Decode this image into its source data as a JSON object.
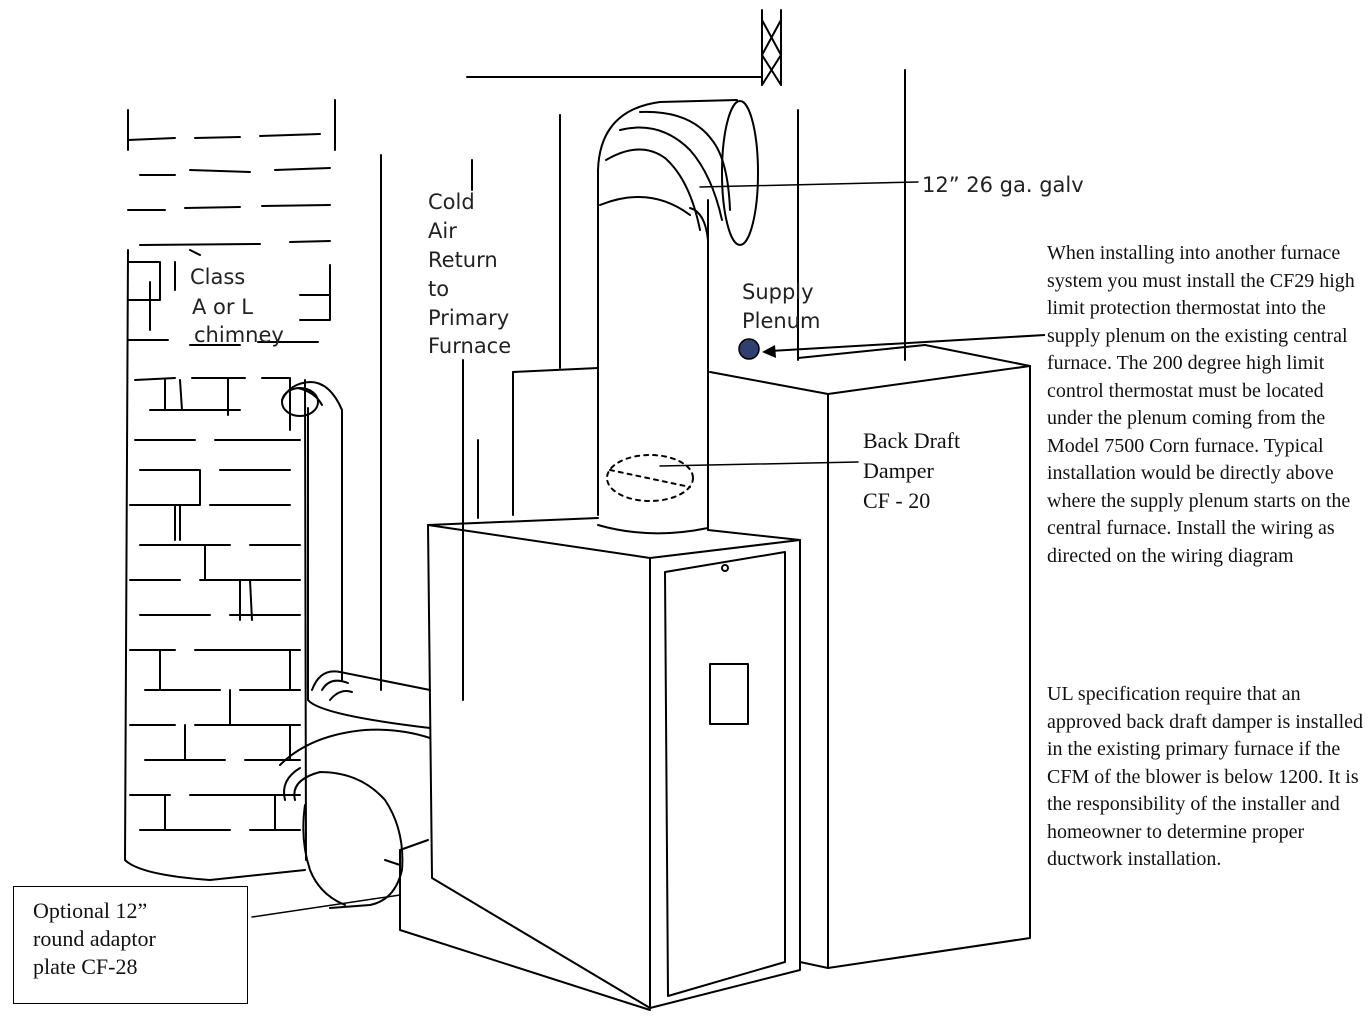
{
  "labels": {
    "chimney": [
      "Class",
      "A or L",
      "chimney"
    ],
    "cold_air_return": [
      "Cold",
      "Air",
      "Return",
      "to",
      "Primary",
      "Furnace"
    ],
    "supply_plenum": [
      "Supply",
      "Plenum"
    ],
    "duct": "12” 26 ga. galv",
    "back_draft_damper": [
      "Back Draft",
      "Damper",
      "CF - 20"
    ],
    "adaptor_plate": [
      "Optional 12”",
      "round adaptor",
      "plate CF-28"
    ]
  },
  "notes": {
    "installation": "When installing into another furnace system you must install the CF29 high limit protection thermostat into the supply plenum on the existing central furnace.  The 200 degree high limit control thermostat must be located under the plenum coming from the Model 7500 Corn furnace.  Typical installation would be directly above where the supply plenum starts on the central furnace.  Install the wiring as directed on the wiring diagram",
    "ul_spec": "UL specification require that an approved back draft damper is installed in the existing primary furnace if the CFM of the blower is below 1200.  It is the responsibility of the installer and homeowner to determine proper ductwork installation."
  },
  "colors": {
    "thermostat_dot": "#2e3f70",
    "line": "#000000"
  }
}
